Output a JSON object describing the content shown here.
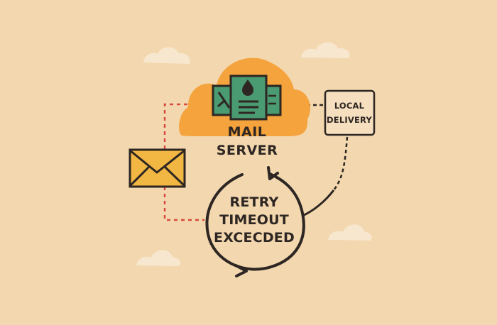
{
  "mail_server": {
    "line1": "MAIL",
    "line2": "SERVER"
  },
  "local_delivery": {
    "line1": "LOCAL",
    "line2": "DELIVERY"
  },
  "retry": {
    "line1": "RETRY",
    "line2": "TIMEOUT",
    "line3": "EXCECDED"
  },
  "colors": {
    "background": "#f2d7af",
    "cloud_orange": "#f5a33c",
    "server_green": "#4a9a72",
    "envelope_yellow": "#f2b642",
    "dashed_red": "#d84b3c",
    "dark_line": "#2d2622",
    "soft_cloud": "#f8e7cf"
  },
  "icons": [
    "mail-server-cloud-icon",
    "server-document-icon",
    "envelope-icon",
    "retry-loop-icon",
    "decorative-cloud-icon"
  ]
}
